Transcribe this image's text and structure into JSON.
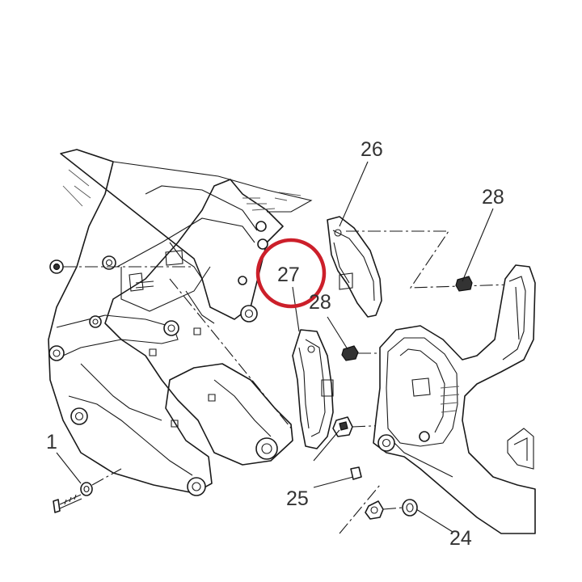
{
  "callouts": {
    "c1": "1",
    "c25": "25",
    "c26": "26",
    "c27": "27",
    "c28a": "28",
    "c28b": "28",
    "c24": "24"
  },
  "highlight": {
    "target_label": "27",
    "color": "#cc1f2a"
  },
  "colors": {
    "line": "#1a1a1a",
    "label": "#333333",
    "background": "#ffffff"
  }
}
